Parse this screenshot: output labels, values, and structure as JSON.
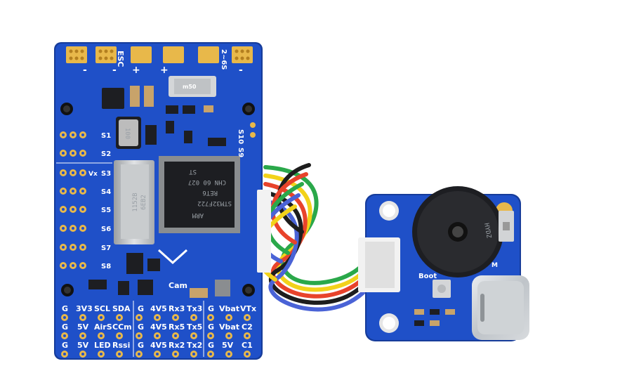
{
  "colors": {
    "background": "#ffffff",
    "pcb_blue": "#1f50c8",
    "pcb_edge": "#163c9a",
    "pad_gold": "#e8b84a",
    "chip_black": "#1d1e22",
    "wire_colors": [
      "#ffffff",
      "#2aa84a",
      "#f2d21a",
      "#e8432b",
      "#1d1d1d",
      "#4a63d6"
    ]
  },
  "flight_controller": {
    "top_labels": {
      "esc": "ESC",
      "cells": "2~6S",
      "plus_a": "+",
      "plus_b": "+",
      "minus_a": "-",
      "minus_b": "-",
      "minus_c": "-"
    },
    "side_labels": [
      "S10",
      "S9",
      "S1",
      "S2",
      "S3",
      "S4",
      "S5",
      "S6",
      "S7",
      "S8"
    ],
    "row_label": "Vx",
    "mcu_lines": [
      "ARM",
      "STM32F722",
      "RET6",
      "CHN 60 027",
      "ST"
    ],
    "inductor_label": "100",
    "shunt_label": "m50",
    "sd_card_lines": [
      "1152B",
      "6EB2"
    ],
    "cam_label": "Cam",
    "header_rows": [
      [
        "G",
        "3V3",
        "SCL",
        "SDA",
        "G",
        "4V5",
        "Rx3",
        "Tx3",
        "G",
        "Vbat",
        "VTx"
      ],
      [
        "G",
        "5V",
        "AirS",
        "CCm",
        "G",
        "4V5",
        "Rx5",
        "Tx5",
        "G",
        "Vbat",
        "C2"
      ],
      [
        "G",
        "5V",
        "LED",
        "Rssi",
        "G",
        "4V5",
        "Rx2",
        "Tx2",
        "G",
        "5V",
        "C1"
      ]
    ]
  },
  "buzzer_board": {
    "buzzer_label": "HYDZ",
    "boot_label": "Boot",
    "side_label": "M"
  }
}
